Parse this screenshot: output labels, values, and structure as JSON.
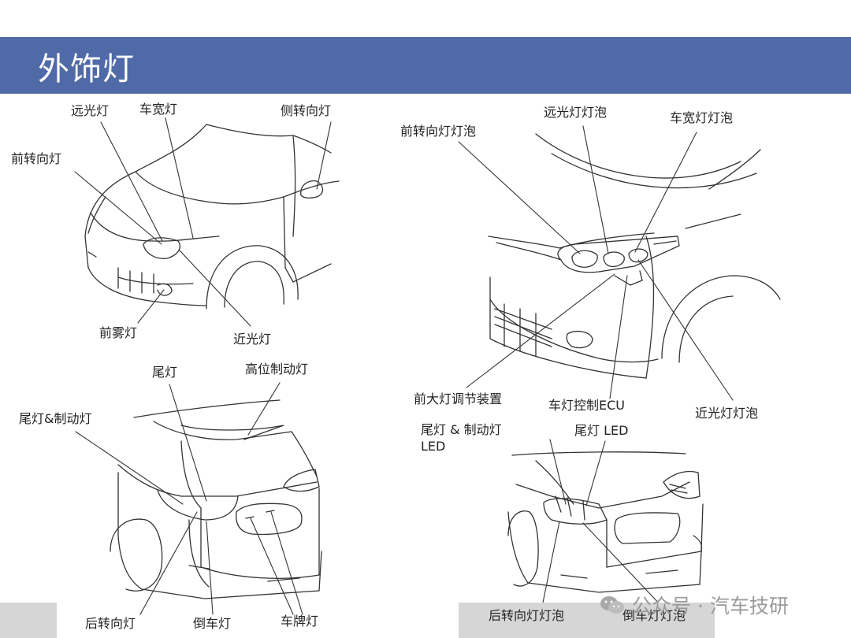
{
  "header": {
    "title": "外饰灯"
  },
  "front_exterior_labels": {
    "high_beam": "远光灯",
    "clearance": "车宽灯",
    "side_turn": "侧转向灯",
    "front_turn": "前转向灯",
    "fog": "前雾灯",
    "low_beam": "近光灯"
  },
  "headlamp_assembly_labels": {
    "front_turn_bulb": "前转向灯灯泡",
    "high_beam_bulb": "远光灯灯泡",
    "clearance_bulb": "车宽灯灯泡",
    "leveling_device": "前大灯调节装置",
    "lamp_ecu": "车灯控制ECU",
    "low_beam_bulb": "近光灯灯泡"
  },
  "rear_exterior_labels": {
    "tail": "尾灯",
    "high_mount_stop": "高位制动灯",
    "tail_stop": "尾灯&制动灯",
    "rear_turn": "后转向灯",
    "reverse": "倒车灯",
    "license": "车牌灯"
  },
  "rear_combination_labels": {
    "tail_stop_led_line1": "尾灯 & 制动灯",
    "tail_stop_led_line2": "LED",
    "tail_led": "尾灯 LED",
    "rear_turn_bulb": "后转向灯灯泡",
    "reverse_bulb": "倒车灯灯泡"
  },
  "watermark": {
    "text": "公众号 · 汽车技研"
  }
}
